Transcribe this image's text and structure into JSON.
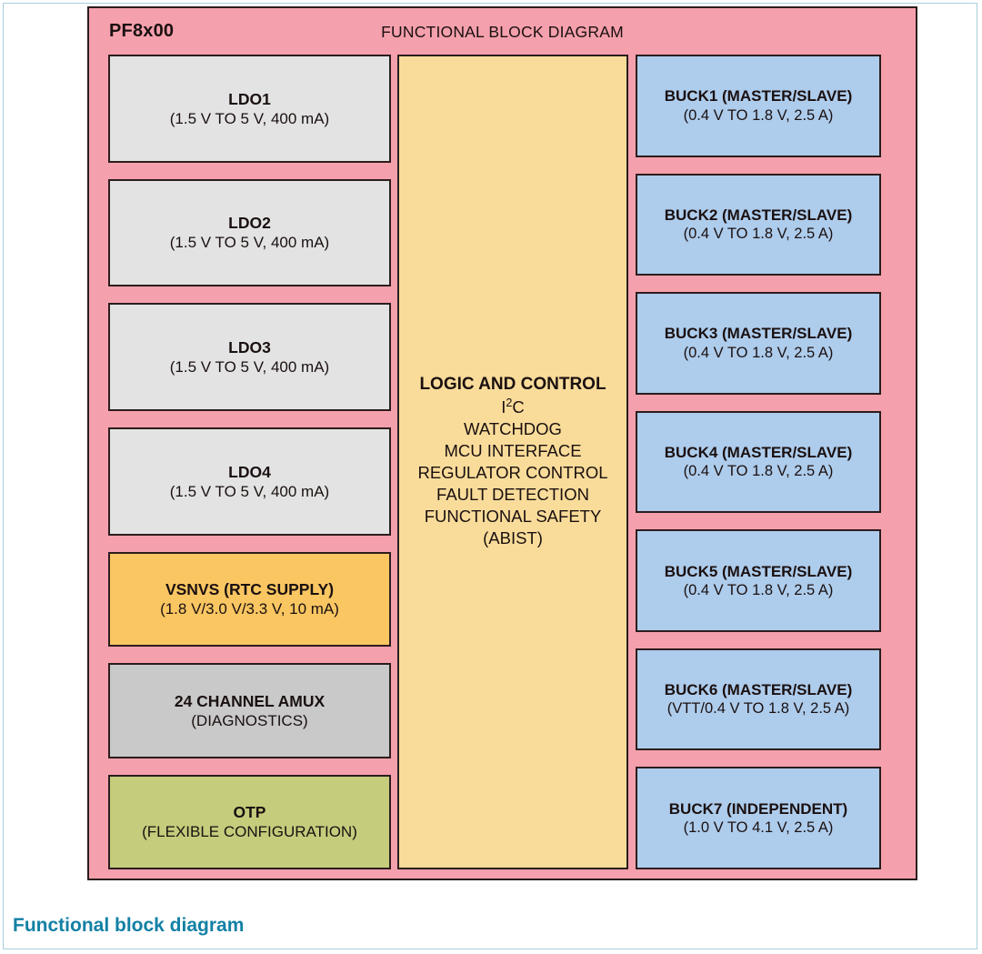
{
  "page": {
    "caption": "Functional block diagram",
    "caption_color": "#1380a5",
    "frame_color": "#a8cfdc"
  },
  "chip": {
    "part_number": "PF8x00",
    "diagram_title": "FUNCTIONAL BLOCK DIAGRAM",
    "body_color": "#F5A0AD",
    "outline_color": "#2b1d1d"
  },
  "left_column": [
    {
      "name": "LDO1",
      "title": "LDO1",
      "sub": "(1.5 V TO 5 V, 400 mA)",
      "color": "#E3E3E3",
      "flex": 128
    },
    {
      "name": "LDO2",
      "title": "LDO2",
      "sub": "(1.5 V TO 5 V, 400 mA)",
      "color": "#E3E3E3",
      "flex": 128
    },
    {
      "name": "LDO3",
      "title": "LDO3",
      "sub": "(1.5 V TO 5 V, 400 mA)",
      "color": "#E3E3E3",
      "flex": 128
    },
    {
      "name": "LDO4",
      "title": "LDO4",
      "sub": "(1.5 V TO 5 V, 400 mA)",
      "color": "#E3E3E3",
      "flex": 128
    },
    {
      "name": "VSNVS",
      "title": "VSNVS (RTC SUPPLY)",
      "sub": "(1.8 V/3.0 V/3.3 V, 10 mA)",
      "color": "#F9C662",
      "flex": 112
    },
    {
      "name": "AMUX",
      "title": "24 CHANNEL AMUX",
      "sub": "(DIAGNOSTICS)",
      "color": "#C9C9C9",
      "flex": 112
    },
    {
      "name": "OTP",
      "title": "OTP",
      "sub": "(FLEXIBLE CONFIGURATION)",
      "color": "#C5CC7C",
      "flex": 112
    }
  ],
  "center": {
    "heading": "LOGIC AND CONTROL",
    "i2c_pre": "I",
    "i2c_sup": "2",
    "i2c_post": "C",
    "lines": [
      "WATCHDOG",
      "MCU INTERFACE",
      "REGULATOR CONTROL",
      "FAULT DETECTION",
      "FUNCTIONAL SAFETY",
      "(ABIST)"
    ],
    "color": "#F9DC9A"
  },
  "right_column": [
    {
      "name": "BUCK1",
      "title": "BUCK1 (MASTER/SLAVE)",
      "sub": "(0.4 V TO 1.8 V, 2.5 A)",
      "color": "#AECCEC"
    },
    {
      "name": "BUCK2",
      "title": "BUCK2 (MASTER/SLAVE)",
      "sub": "(0.4 V TO 1.8 V, 2.5 A)",
      "color": "#AECCEC"
    },
    {
      "name": "BUCK3",
      "title": "BUCK3 (MASTER/SLAVE)",
      "sub": "(0.4 V TO 1.8 V, 2.5 A)",
      "color": "#AECCEC"
    },
    {
      "name": "BUCK4",
      "title": "BUCK4 (MASTER/SLAVE)",
      "sub": "(0.4 V TO 1.8 V, 2.5 A)",
      "color": "#AECCEC"
    },
    {
      "name": "BUCK5",
      "title": "BUCK5 (MASTER/SLAVE)",
      "sub": "(0.4 V TO 1.8 V, 2.5 A)",
      "color": "#AECCEC"
    },
    {
      "name": "BUCK6",
      "title": "BUCK6 (MASTER/SLAVE)",
      "sub": "(VTT/0.4 V TO 1.8 V, 2.5 A)",
      "color": "#AECCEC"
    },
    {
      "name": "BUCK7",
      "title": "BUCK7 (INDEPENDENT)",
      "sub": "(1.0 V TO 4.1 V, 2.5 A)",
      "color": "#AECCEC"
    }
  ]
}
